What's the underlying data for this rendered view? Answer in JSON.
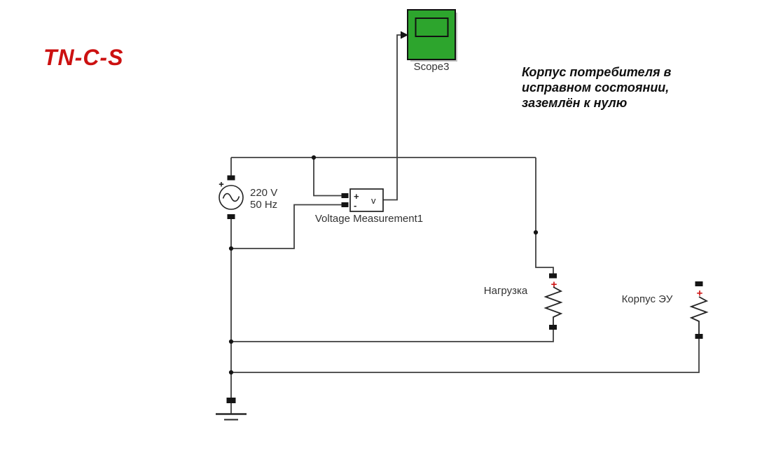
{
  "title": {
    "text": "TN-C-S",
    "color": "#cc1111"
  },
  "annotation": {
    "lines": [
      "Корпус потребителя в",
      "исправном состоянии,",
      "заземлён к нулю"
    ]
  },
  "blocks": {
    "ac_source": {
      "voltage": "220 V",
      "frequency": "50 Hz"
    },
    "voltage_measurement": {
      "label": "Voltage Measurement1",
      "plus": "+",
      "minus": "-",
      "output": "v"
    },
    "scope": {
      "label": "Scope3",
      "fill": "#2da52d"
    },
    "load_resistor": {
      "label": "Нагрузка"
    },
    "chassis_resistor": {
      "label": "Корпус ЭУ"
    }
  },
  "colors": {
    "background": "#ffffff",
    "wire": "#3f3f3f",
    "block_border": "#222222",
    "scope_green": "#2da52d",
    "accent_red_title": "#cc1111",
    "polarity_red": "#d01818",
    "label_text": "#333333"
  }
}
